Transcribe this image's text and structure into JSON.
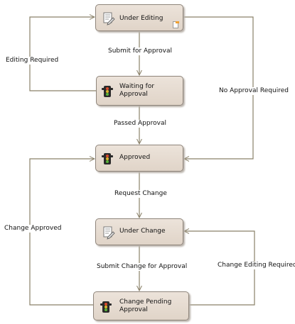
{
  "nodes": {
    "under_editing": {
      "label": "Under Editing",
      "icon": "document-edit-icon"
    },
    "waiting": {
      "label": "Waiting for\nApproval",
      "icon": "traffic-light-icon"
    },
    "approved": {
      "label": "Approved",
      "icon": "traffic-light-icon"
    },
    "under_change": {
      "label": "Under Change",
      "icon": "document-edit-icon"
    },
    "change_pending": {
      "label": "Change Pending\nApproval",
      "icon": "traffic-light-icon"
    }
  },
  "edges": {
    "submit_for_approval": "Submit for Approval",
    "editing_required": "Editing Required",
    "no_approval_required": "No Approval Required",
    "passed_approval": "Passed Approval",
    "request_change": "Request Change",
    "change_approved": "Change Approved",
    "submit_change_for_approval": "Submit Change for Approval",
    "change_editing_required": "Change Editing Required"
  },
  "colors": {
    "node_fill": "#e6dcd1",
    "node_border": "#8f857b",
    "edge": "#8a8169"
  }
}
